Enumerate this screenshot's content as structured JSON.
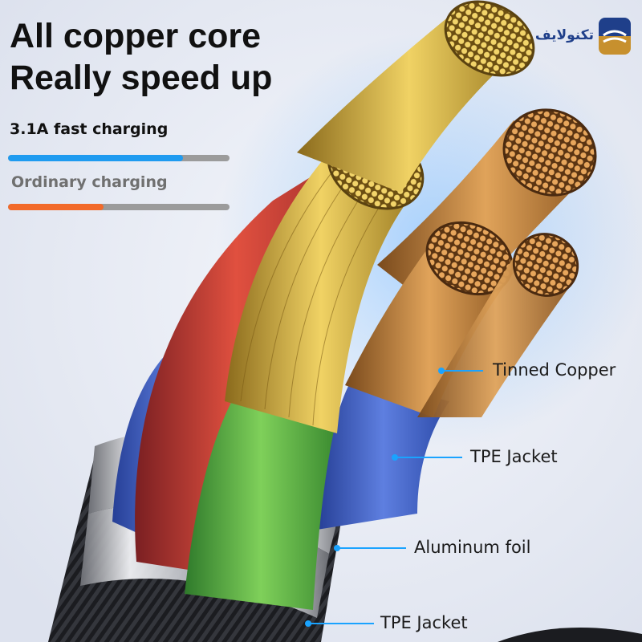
{
  "headline": {
    "line1": "All copper core",
    "line2": "Really speed up"
  },
  "comparison": {
    "fast_label": "3.1A fast charging",
    "fast_level": 0.79,
    "fast_color": "#1f9bf0",
    "ordinary_label": "Ordinary charging",
    "ordinary_level": 0.43,
    "ordinary_color": "#f26a2a",
    "track_color": "#9b9b9b"
  },
  "callouts": {
    "tinned_copper": "Tinned Copper",
    "tpe_jacket_inner": "TPE Jacket",
    "aluminum_foil": "Aluminum foil",
    "tpe_jacket_outer": "TPE Jacket",
    "line_color": "#1aa3ff"
  },
  "logo": {
    "text": "تکنولایف",
    "icon": "brand-logo-icon",
    "colors": {
      "navy": "#1f3f8a",
      "gold": "#c7902e"
    }
  },
  "colors": {
    "background": "#e9ecf3",
    "wire_red": "#d9443a",
    "wire_green": "#5db848",
    "wire_blue": "#3e5fc2",
    "copper": "#c7893d",
    "gold_copper": "#d8b34a"
  }
}
